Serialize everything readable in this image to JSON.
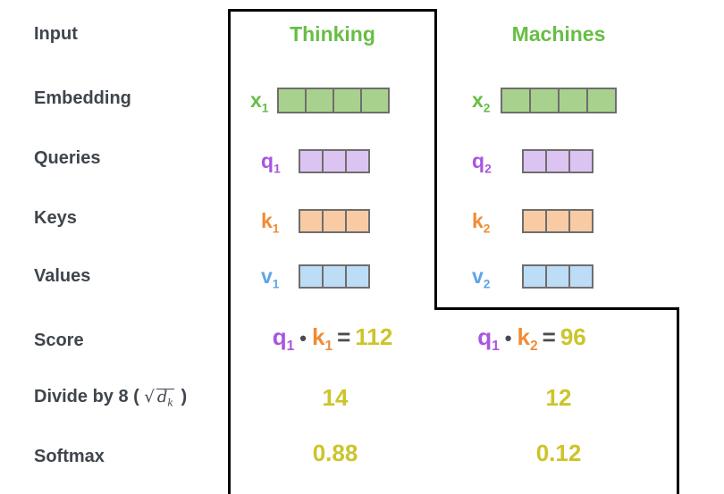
{
  "colors": {
    "label_gray": "#3F454D",
    "dark_gray": "#4A4A4F",
    "green_text": "#67BE45",
    "green_fill": "#A9D18E",
    "purple_text": "#A855E0",
    "purple_fill": "#DCC4F2",
    "orange_text": "#F08C36",
    "orange_fill": "#F8CBA4",
    "blue_text": "#5FA4E8",
    "blue_fill": "#BDDCF5",
    "yellow": "#CCC42A",
    "cell_border": "#6E6E6E",
    "outline_black": "#000000"
  },
  "rows": {
    "input_label": "Input",
    "embedding_label": "Embedding",
    "queries_label": "Queries",
    "keys_label": "Keys",
    "values_label": "Values",
    "score_label": "Score",
    "divide_label_prefix": "Divide by 8 ( ",
    "divide_sqrt_symbol": "√",
    "divide_sqrt_base": "d",
    "divide_sqrt_sub": "k",
    "divide_label_suffix": " )",
    "softmax_label": "Softmax"
  },
  "columns": [
    {
      "header": "Thinking",
      "embedding": {
        "base": "x",
        "sub": "1",
        "cells": 4
      },
      "query": {
        "base": "q",
        "sub": "1",
        "cells": 3
      },
      "key": {
        "base": "k",
        "sub": "1",
        "cells": 3
      },
      "value": {
        "base": "v",
        "sub": "1",
        "cells": 3
      },
      "score": {
        "q_base": "q",
        "q_sub": "1",
        "dot": "•",
        "k_base": "k",
        "k_sub": "1",
        "equals": "=",
        "result": "112"
      },
      "divide_result": "14",
      "softmax_result": "0.88"
    },
    {
      "header": "Machines",
      "embedding": {
        "base": "x",
        "sub": "2",
        "cells": 4
      },
      "query": {
        "base": "q",
        "sub": "2",
        "cells": 3
      },
      "key": {
        "base": "k",
        "sub": "2",
        "cells": 3
      },
      "value": {
        "base": "v",
        "sub": "2",
        "cells": 3
      },
      "score": {
        "q_base": "q",
        "q_sub": "1",
        "dot": "•",
        "k_base": "k",
        "k_sub": "2",
        "equals": "=",
        "result": "96"
      },
      "divide_result": "12",
      "softmax_result": "0.12"
    }
  ]
}
